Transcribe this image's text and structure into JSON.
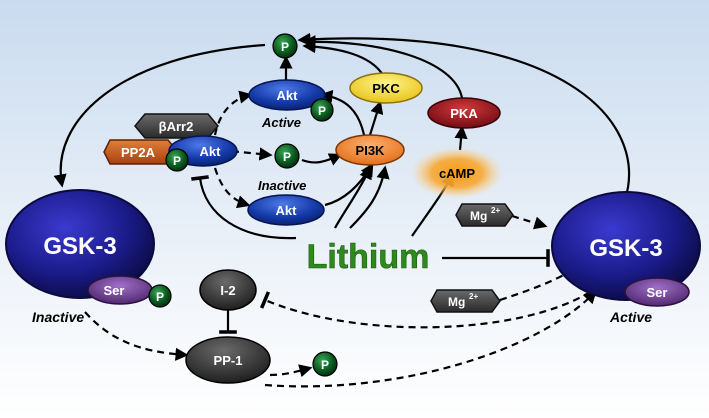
{
  "colors": {
    "bg_top": "#cfdff0",
    "bg_bottom": "#ffffff",
    "gsk_fill": "#1b1b8a",
    "akt_fill": "#1439a8",
    "phospho_fill": "#0b5a1f",
    "pp2a_fill": "#c8561a",
    "pkc_fill": "#f2d21a",
    "pka_fill": "#8a0a14",
    "pi3k_fill": "#f0781f",
    "camp_glow": "#f39a1c",
    "dark_node": "#2a2a2a",
    "ser_fill": "#6b3a8e",
    "lithium_text": "#2f8a1c"
  },
  "nodes": {
    "gsk3_left": "GSK-3",
    "gsk3_right": "GSK-3",
    "ser_left": "Ser",
    "ser_right": "Ser",
    "inactive_left": "Inactive",
    "active_right": "Active",
    "lithium": "Lithium",
    "akt_top": "Akt",
    "akt_top_state": "Active",
    "akt_mid": "Akt",
    "akt_bottom": "Akt",
    "akt_inactive_state": "Inactive",
    "barr2": "βArr2",
    "pp2a": "PP2A",
    "pkc": "PKC",
    "pka": "PKA",
    "pi3k": "PI3K",
    "camp": "cAMP",
    "mg_top": "Mg",
    "mg_bottom": "Mg",
    "mg_sup": "2+",
    "i2": "I-2",
    "pp1": "PP-1",
    "phospho": "P"
  }
}
